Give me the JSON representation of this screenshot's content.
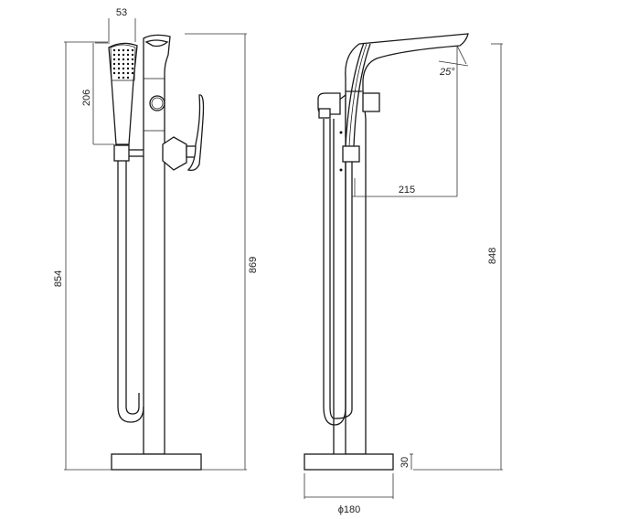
{
  "drawing": {
    "front_view": {
      "dimensions": {
        "handshower_width": "53",
        "handshower_length": "206",
        "handshower_holder_height": "854",
        "overall_height": "869"
      }
    },
    "side_view": {
      "dimensions": {
        "spout_angle": "25°",
        "spout_reach": "215",
        "spout_height": "848",
        "base_thickness": "30",
        "base_diameter": "ϕ180"
      }
    }
  }
}
